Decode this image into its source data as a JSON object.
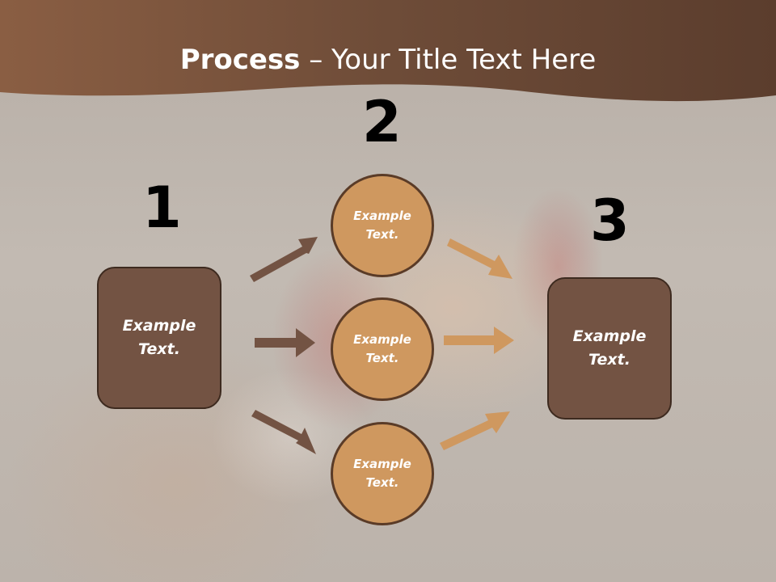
{
  "title": {
    "bold": "Process",
    "rest": " – Your Title Text Here"
  },
  "steps": {
    "one": "1",
    "two": "2",
    "three": "3"
  },
  "left_box": {
    "text": "Example Text."
  },
  "circles": [
    {
      "text": "Example Text."
    },
    {
      "text": "Example Text."
    },
    {
      "text": "Example Text."
    }
  ],
  "right_box": {
    "text": "Example Text."
  },
  "colors": {
    "band": "#6b4a36",
    "box": "#735343",
    "circle": "#cf985f",
    "arrow_left": "#735343",
    "arrow_right": "#cf985f"
  }
}
